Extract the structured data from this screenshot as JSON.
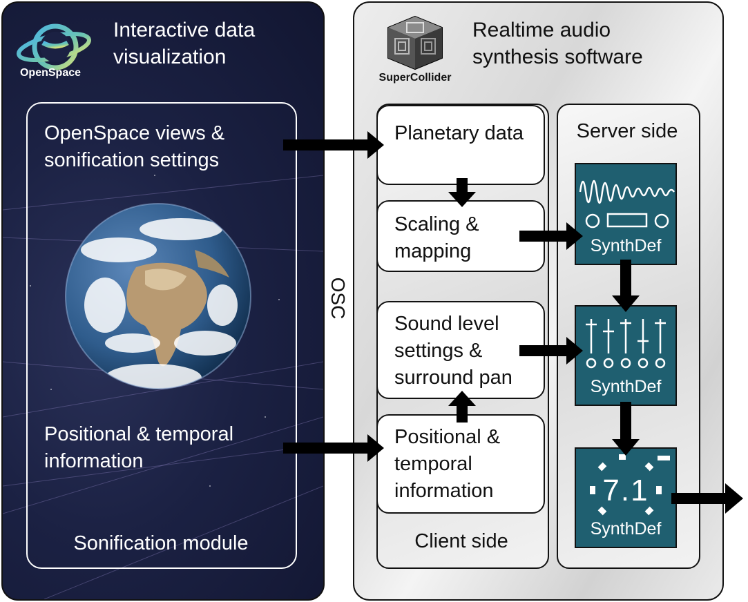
{
  "openspace": {
    "title": "Interactive data visualization",
    "logo_text": "OpenSpace",
    "module_label": "Sonification module",
    "views_text": "OpenSpace views & sonification settings",
    "positional_text": "Positional & temporal information"
  },
  "supercollider": {
    "title": "Realtime audio synthesis software",
    "logo_text": "SuperCollider",
    "client_label": "Client side",
    "server_label": "Server side",
    "boxes": [
      "Planetary data",
      "Scaling & mapping",
      "Sound level settings & surround pan",
      "Positional & temporal information"
    ],
    "synthdefs": [
      "SynthDef",
      "SynthDef",
      "SynthDef"
    ],
    "surround_label": "7.1"
  },
  "osc_label": "OSC",
  "colors": {
    "synth_fill": "#1f5f70",
    "left_bg": "#1b2143",
    "arrow": "#000000"
  }
}
